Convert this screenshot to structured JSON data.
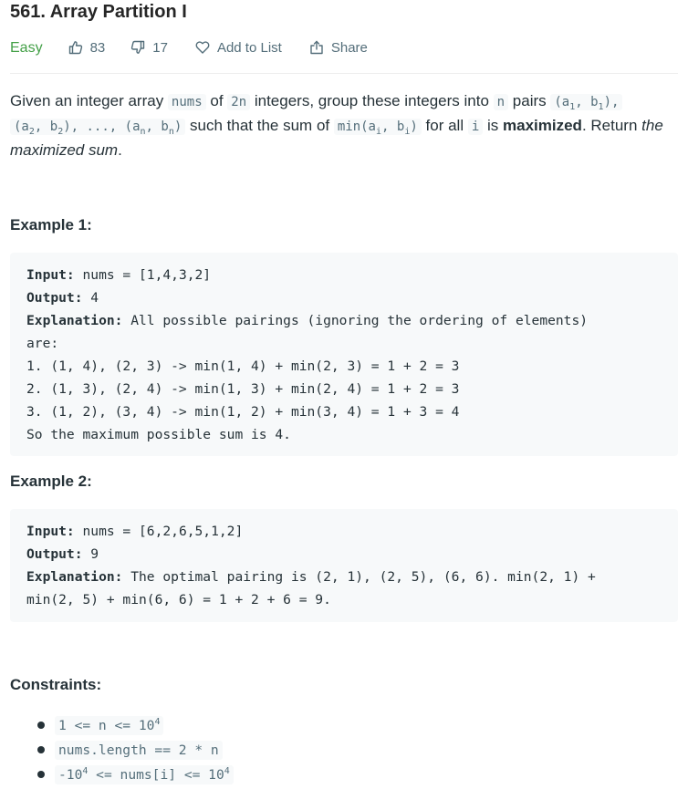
{
  "problem": {
    "title": "561. Array Partition I",
    "difficulty": "Easy",
    "likes": "83",
    "dislikes": "17",
    "add_to_list_label": "Add to List",
    "share_label": "Share"
  },
  "colors": {
    "difficulty_easy": "#43a047",
    "meta_text": "#546e7a",
    "code_background": "#f7f9fa"
  },
  "icons": {
    "like": "thumbs-up-icon",
    "dislike": "thumbs-down-icon",
    "add_to_list": "heart-icon",
    "share": "share-icon"
  },
  "description": {
    "t1": "Given an integer array ",
    "c_nums": "nums",
    "t2": " of ",
    "c_2n": "2n",
    "t3": " integers, group these integers into ",
    "c_n": "n",
    "t4": " pairs ",
    "p1_open": "(a",
    "p1_sub_a": "1",
    "p1_mid": ", b",
    "p1_sub_b": "1",
    "p1_close": "),",
    "p2_open": "(a",
    "p2_sub_a": "2",
    "p2_mid": ", b",
    "p2_sub_b": "2",
    "p2_close": "), ..., (a",
    "p2_sub_n": "n",
    "p2_mid2": ", b",
    "p2_sub_n2": "n",
    "p2_end": ")",
    "t5": " such that the sum of ",
    "min_open": "min(a",
    "min_sub_a": "i",
    "min_mid": ", b",
    "min_sub_b": "i",
    "min_close": ")",
    "t6": " for all ",
    "c_i": "i",
    "t7": " is ",
    "bold": "maximized",
    "t8": ". Return ",
    "italic": "the maximized sum",
    "t9": "."
  },
  "example1": {
    "heading": "Example 1:",
    "input_key": "Input:",
    "input_val": " nums = [1,4,3,2]",
    "output_key": "Output:",
    "output_val": " 4",
    "explanation_key": "Explanation:",
    "explanation_val": " All possible pairings (ignoring the ordering of elements)",
    "line_are": "are:",
    "line_1": "1. (1, 4), (2, 3) -> min(1, 4) + min(2, 3) = 1 + 2 = 3",
    "line_2": "2. (1, 3), (2, 4) -> min(1, 3) + min(2, 4) = 1 + 2 = 3",
    "line_3": "3. (1, 2), (3, 4) -> min(1, 2) + min(3, 4) = 1 + 3 = 4",
    "line_sum": "So the maximum possible sum is 4."
  },
  "example2": {
    "heading": "Example 2:",
    "input_key": "Input:",
    "input_val": " nums = [6,2,6,5,1,2]",
    "output_key": "Output:",
    "output_val": " 9",
    "explanation_key": "Explanation:",
    "explanation_val": " The optimal pairing is (2, 1), (2, 5), (6, 6). min(2, 1) +",
    "line_cont": "min(2, 5) + min(6, 6) = 1 + 2 + 6 = 9."
  },
  "constraints": {
    "heading": "Constraints:",
    "c1_a": "1 <= n <= 10",
    "c1_sup": "4",
    "c2": "nums.length == 2 * n",
    "c3_a": "-10",
    "c3_sup1": "4",
    "c3_b": " <= nums[i] <= 10",
    "c3_sup2": "4"
  }
}
